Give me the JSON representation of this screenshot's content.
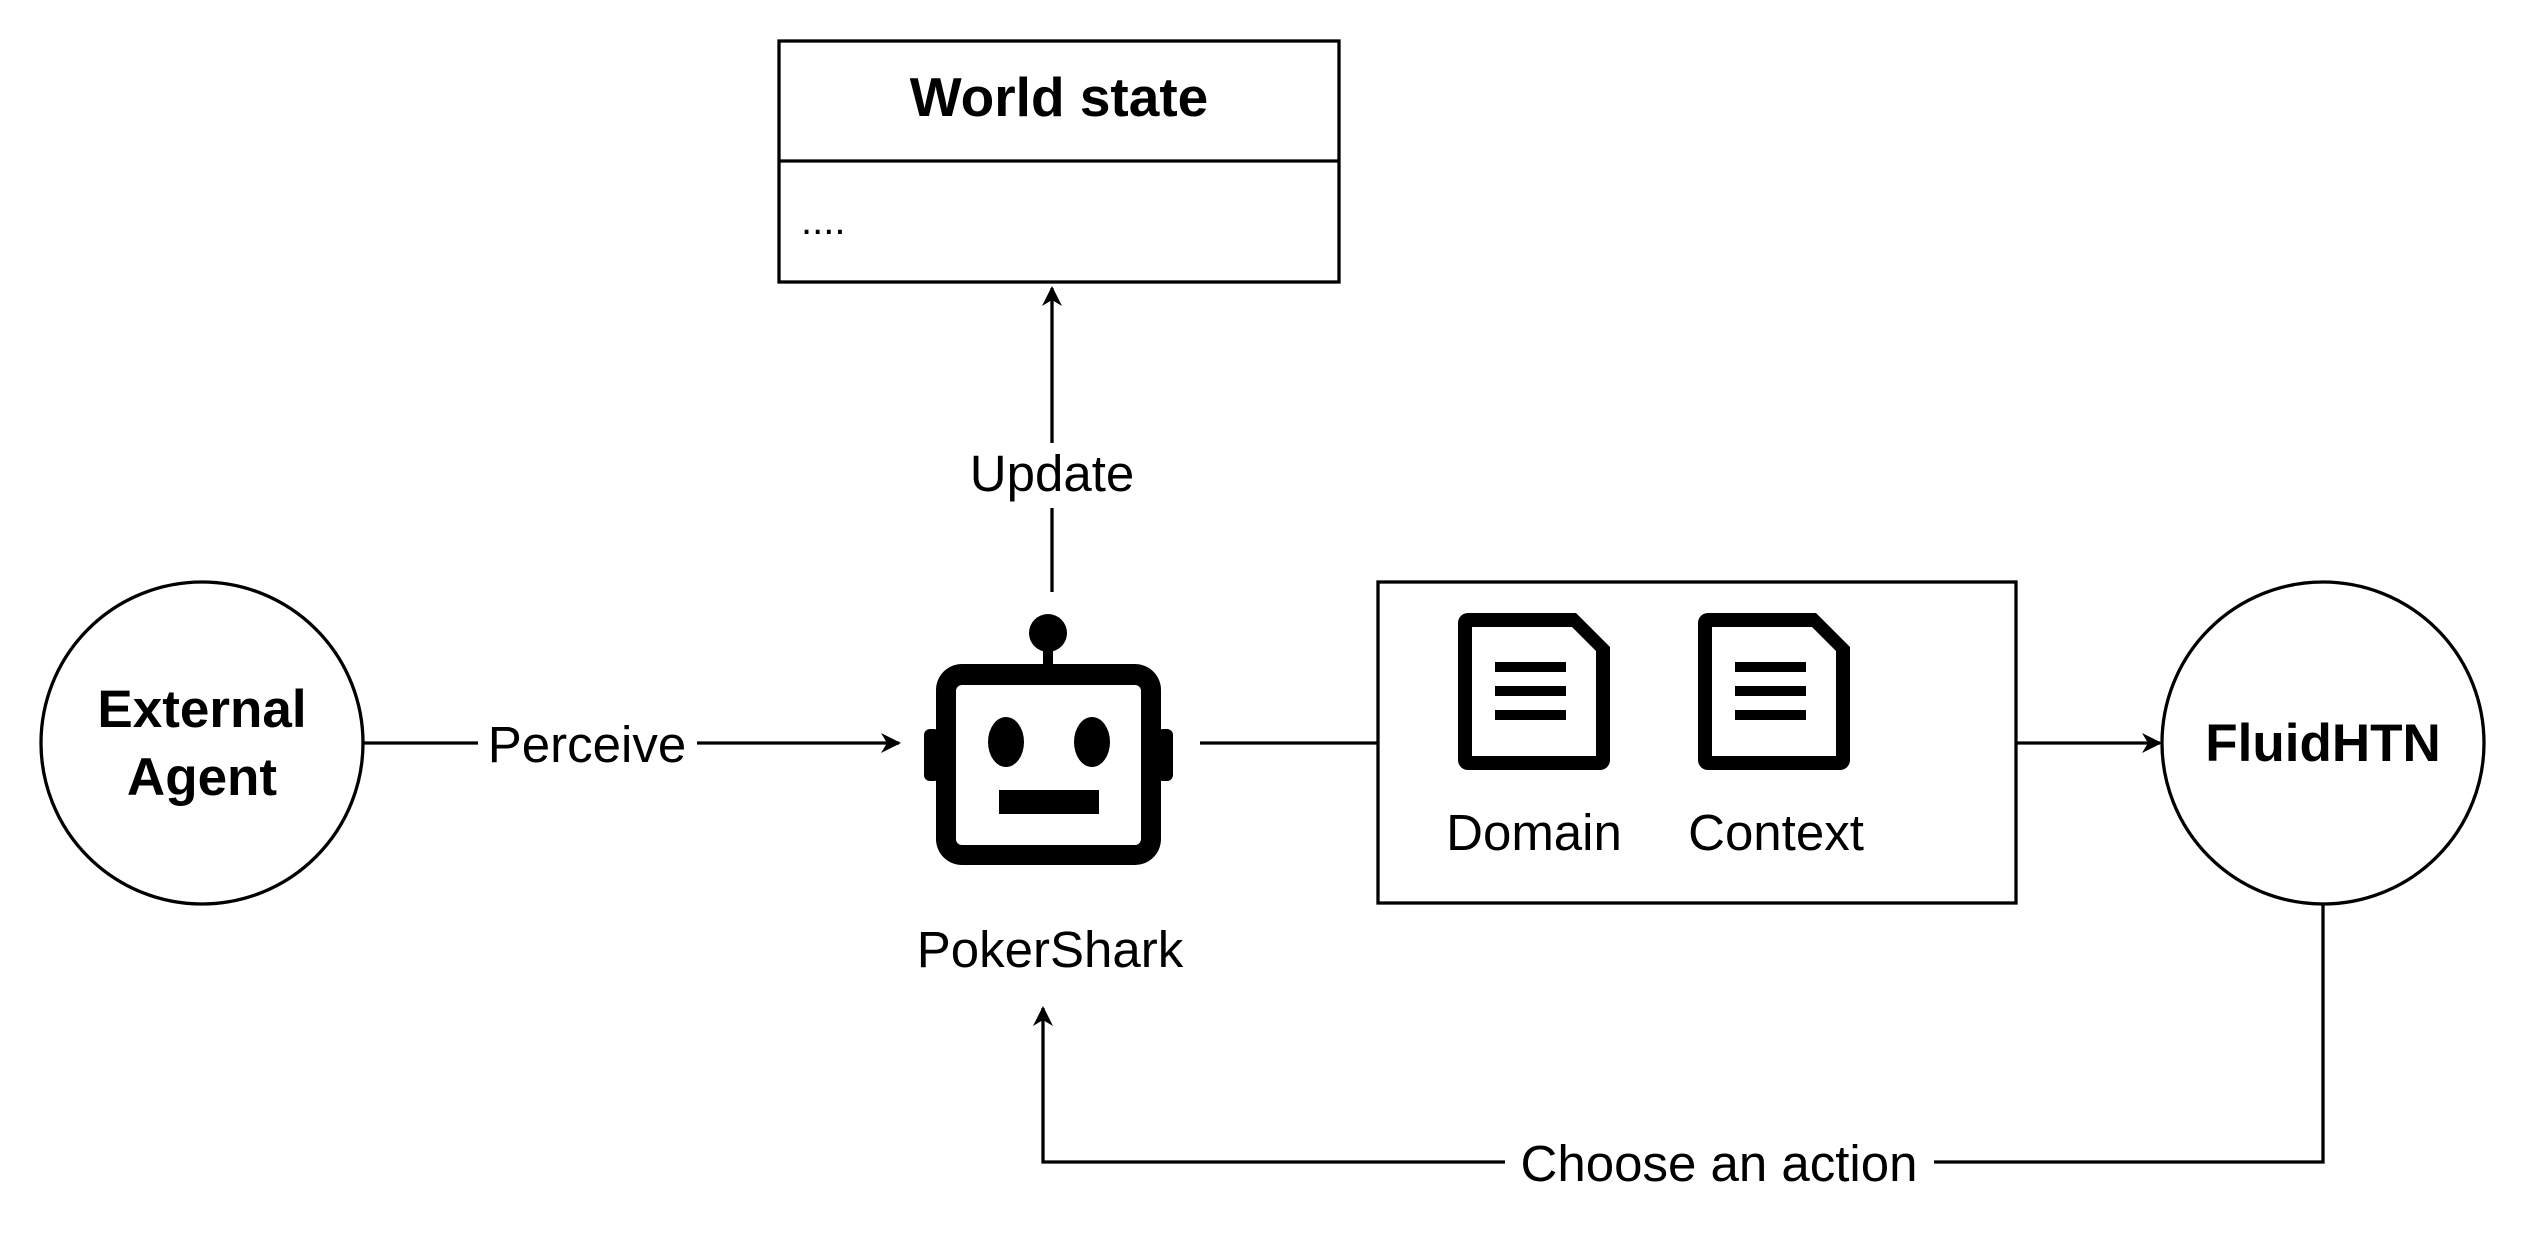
{
  "world_state": {
    "title": "World state",
    "body": "...."
  },
  "edges": {
    "update": "Update",
    "perceive": "Perceive",
    "choose_action": "Choose an action"
  },
  "external_agent": {
    "line1": "External",
    "line2": "Agent"
  },
  "pokershark": {
    "label": "PokerShark",
    "icon": "robot-icon"
  },
  "docs": {
    "domain": "Domain",
    "context": "Context",
    "icon": "document-icon"
  },
  "fluidhtn": {
    "label": "FluidHTN"
  }
}
